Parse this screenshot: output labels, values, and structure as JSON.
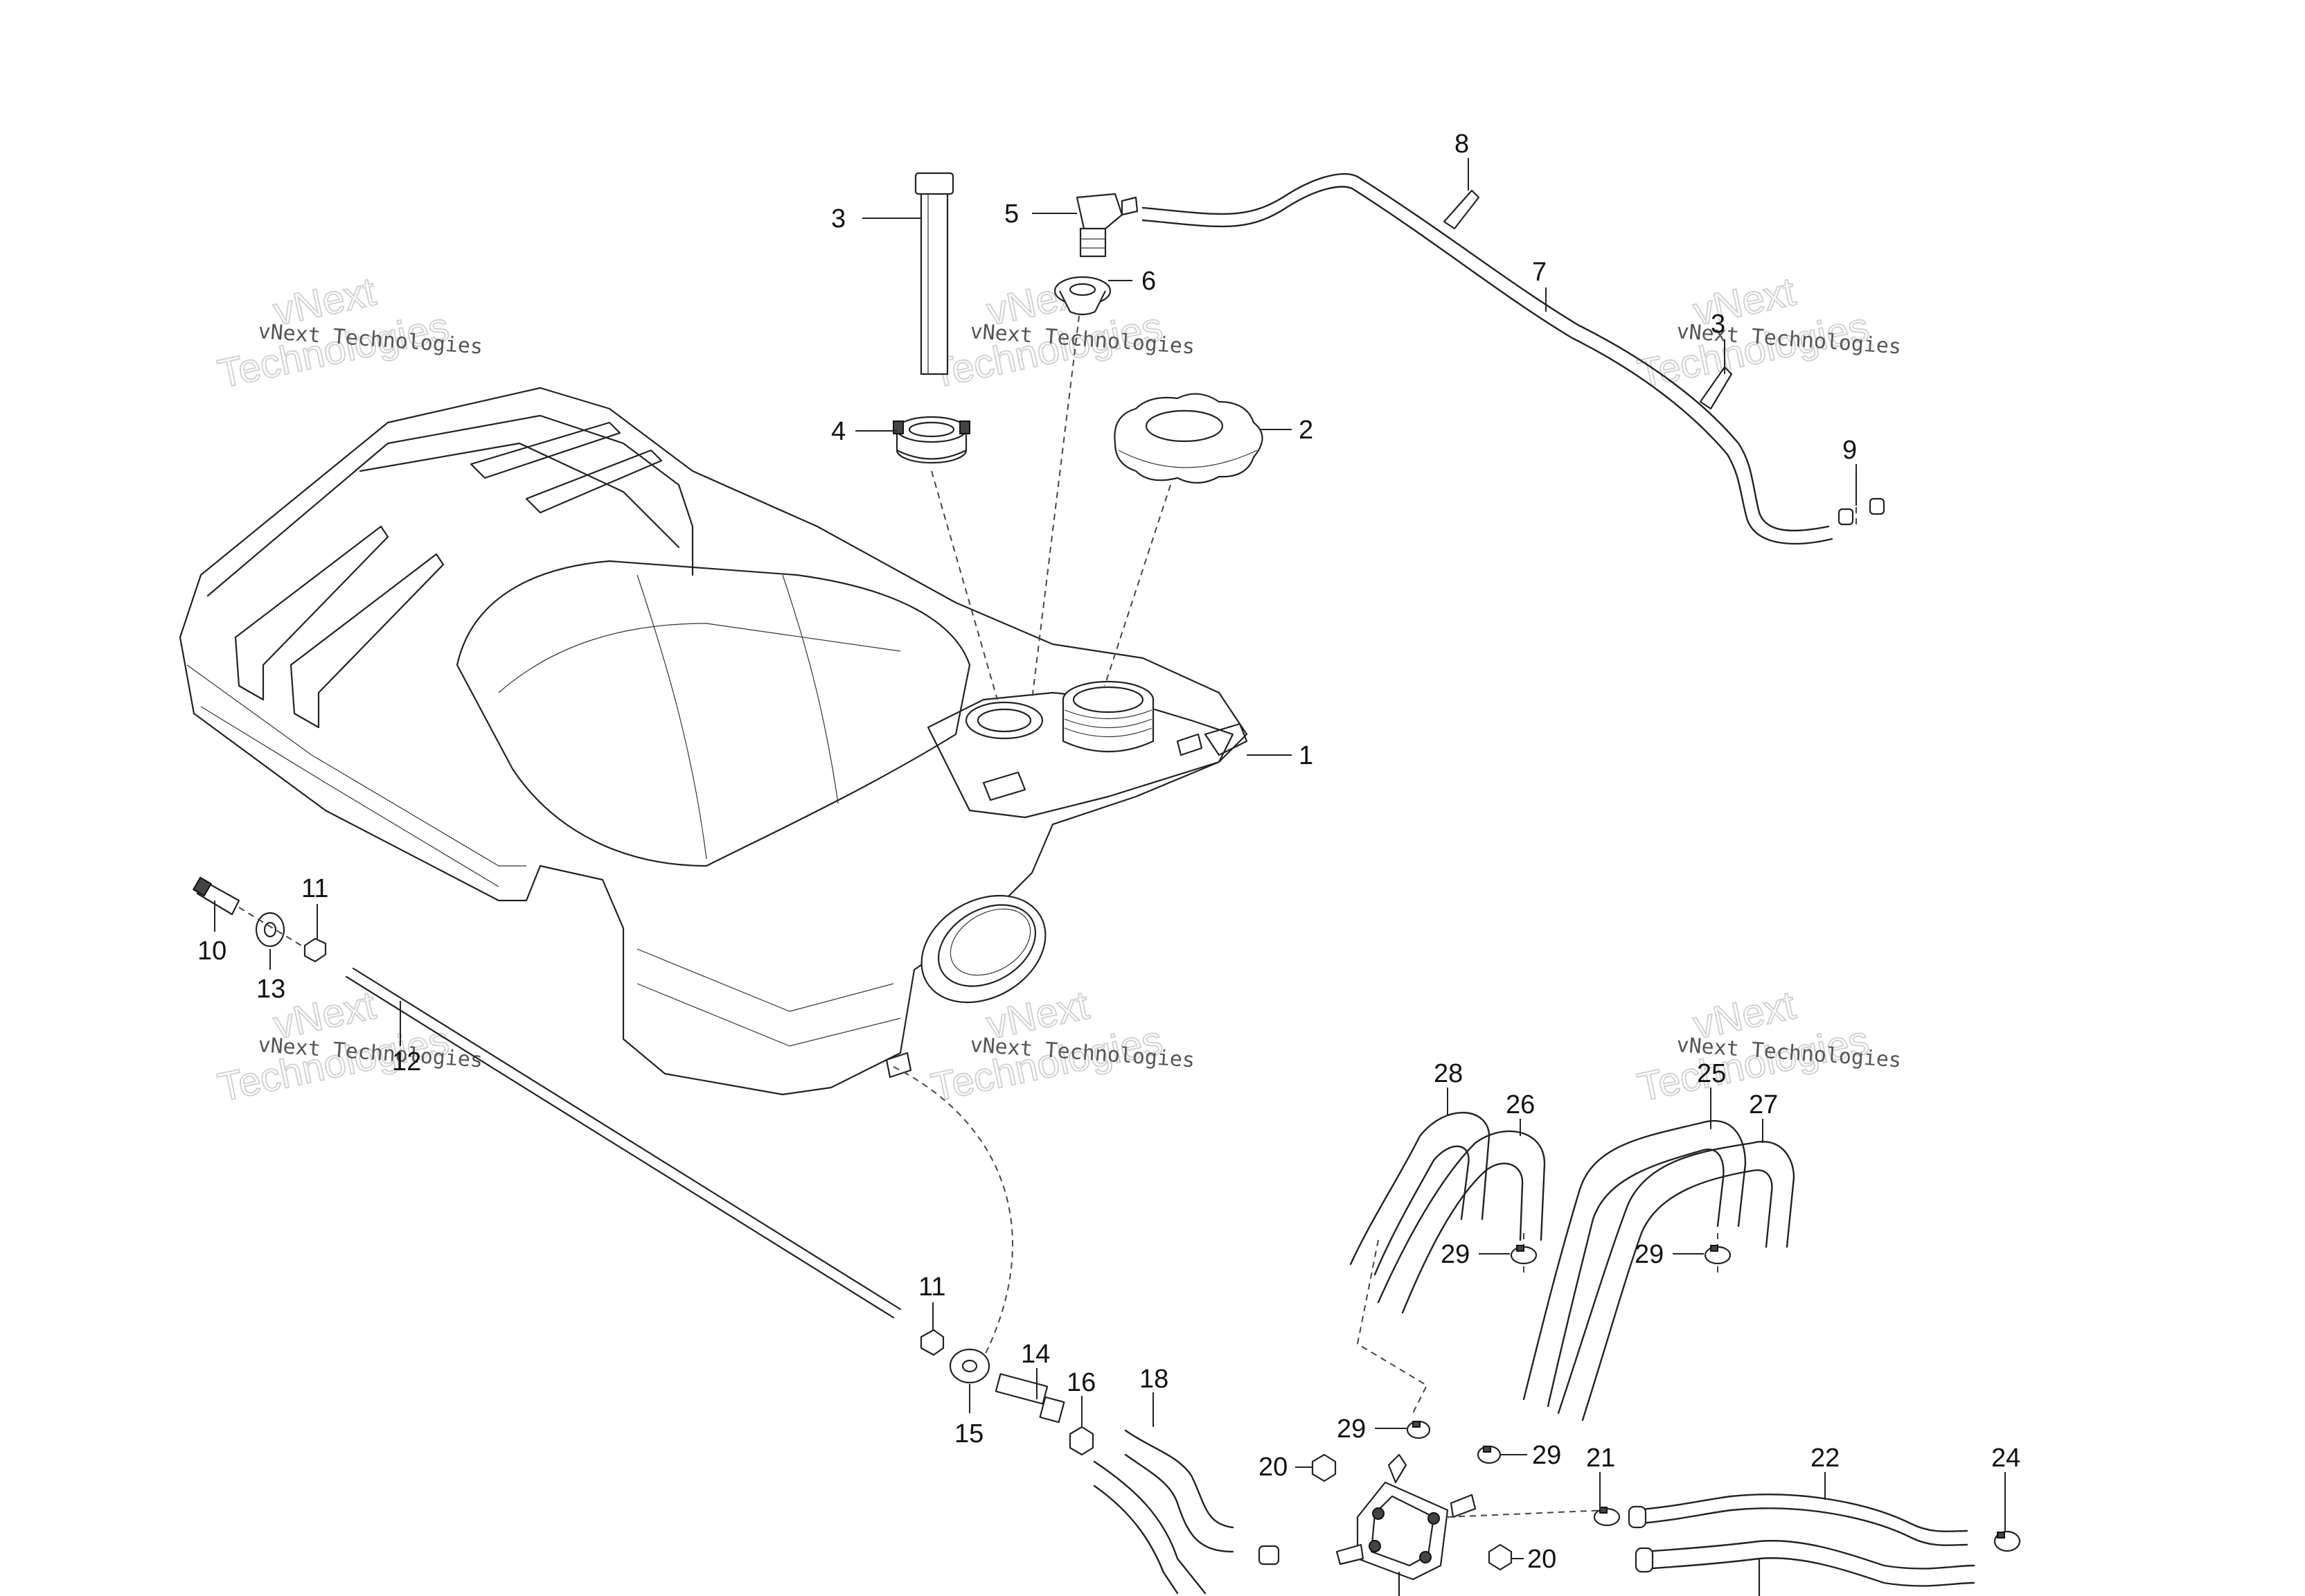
{
  "watermark": {
    "line1": "vNext",
    "line2": "vNext Technologies",
    "line3": "Technologies"
  },
  "callouts": [
    "1",
    "2",
    "3",
    "3",
    "4",
    "5",
    "6",
    "7",
    "8",
    "9",
    "10",
    "11",
    "11",
    "12",
    "13",
    "14",
    "15",
    "16",
    "18",
    "20",
    "20",
    "21",
    "22",
    "24",
    "25",
    "26",
    "27",
    "28",
    "29",
    "29",
    "29",
    "29"
  ],
  "icons": {
    "fuel_tank": "fuel-tank-icon",
    "cap": "fuel-cap-icon",
    "hose": "hose-icon",
    "clamp": "hose-clamp-icon"
  }
}
